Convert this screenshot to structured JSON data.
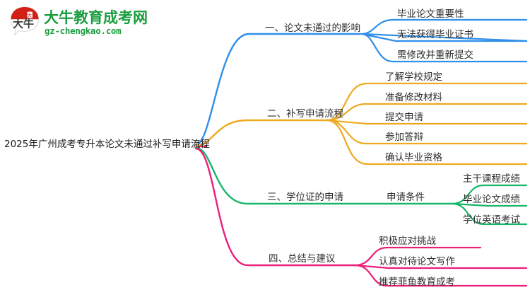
{
  "logo": {
    "brand_cn": "大牛教育成考网",
    "brand_url": "gz-chengkao.com",
    "mark_text": "大牛",
    "brand_color": "#1a9d3f",
    "mark_accent_color": "#d32017"
  },
  "mindmap": {
    "root": {
      "label": "2025年广州成考专升本论文未通过补写申请流程"
    },
    "branches": [
      {
        "label": "一、论文未通过的影响",
        "color": "#2f8fea",
        "children": [
          {
            "label": "毕业论文重要性"
          },
          {
            "label": "无法获得毕业证书"
          },
          {
            "label": "需修改并重新提交"
          }
        ]
      },
      {
        "label": "二、补写申请流程",
        "color": "#efa920",
        "children": [
          {
            "label": "了解学校规定"
          },
          {
            "label": "准备修改材料"
          },
          {
            "label": "提交申请"
          },
          {
            "label": "参加答辩"
          },
          {
            "label": "确认毕业资格"
          }
        ]
      },
      {
        "label": "三、学位证的申请",
        "color": "#18b56a",
        "children": [
          {
            "label": "申请条件",
            "children": [
              {
                "label": "主干课程成绩"
              },
              {
                "label": "毕业论文成绩"
              },
              {
                "label": "学位英语考试"
              }
            ]
          }
        ]
      },
      {
        "label": "四、总结与建议",
        "color": "#ec1e79",
        "children": [
          {
            "label": "积极应对挑战"
          },
          {
            "label": "认真对待论文写作"
          },
          {
            "label": "推荐菲鱼教育成考"
          }
        ]
      }
    ]
  }
}
